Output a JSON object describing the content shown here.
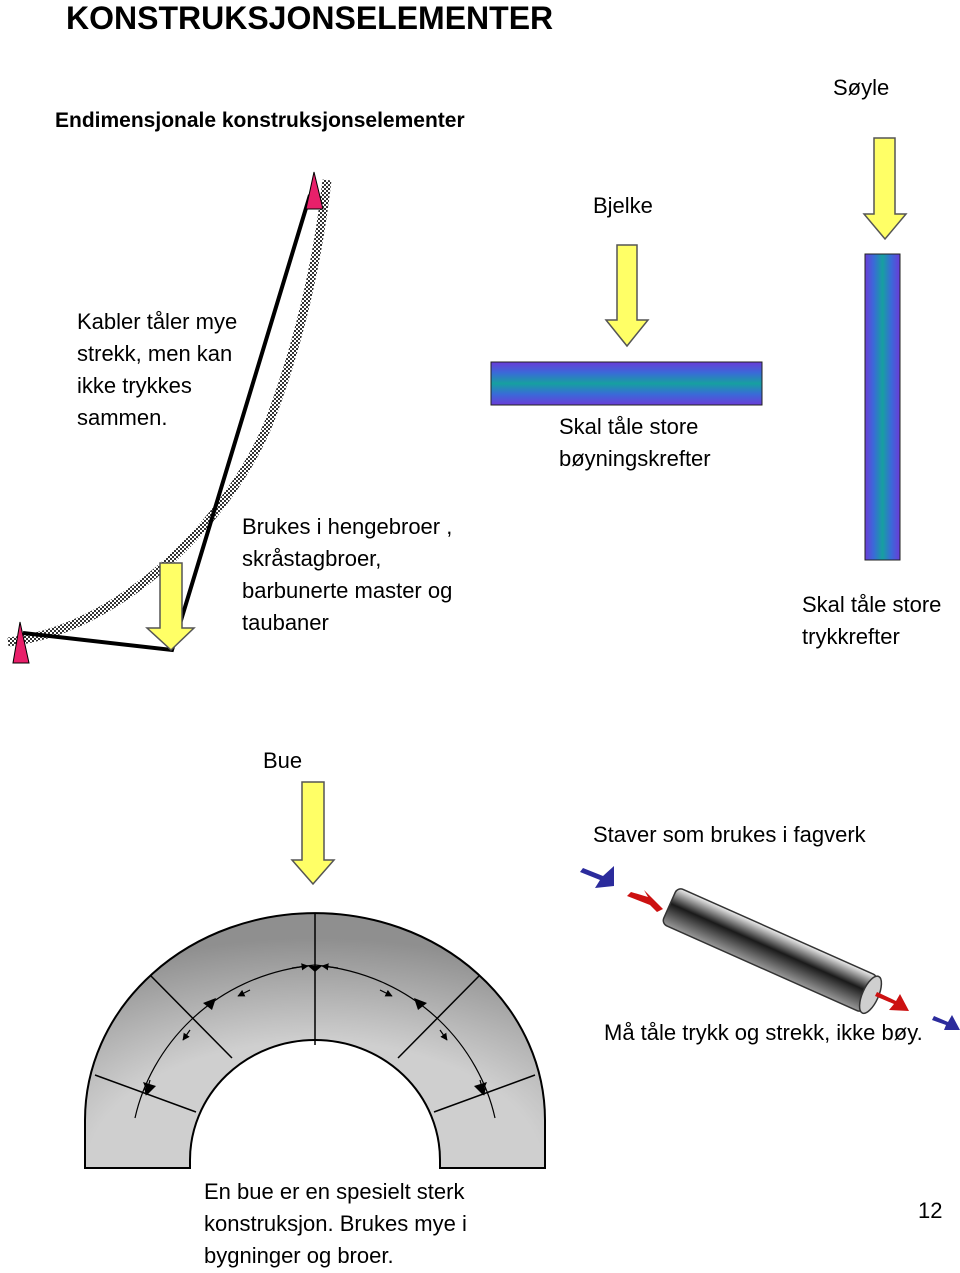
{
  "title": "KONSTRUKSJONSELEMENTER",
  "subtitle": "Endimensjonale  konstruksjonselementer",
  "soyle": {
    "label": "Søyle",
    "desc": [
      "Skal tåle store",
      "trykkrefter"
    ]
  },
  "bjelke": {
    "label": "Bjelke",
    "desc": [
      "Skal tåle store",
      "bøyningskrefter"
    ]
  },
  "kabel": {
    "desc": [
      "Kabler tåler mye",
      "strekk, men kan",
      "ikke trykkes",
      "sammen."
    ],
    "usage": [
      "Brukes i hengebroer ,",
      "skråstagbroer,",
      "barbunerte master  og",
      "taubaner"
    ]
  },
  "bue": {
    "label": "Bue",
    "desc": [
      "En bue er en spesielt sterk",
      "konstruksjon. Brukes mye i",
      "bygninger og broer."
    ]
  },
  "staver": {
    "label": "Staver som brukes i fagverk",
    "desc": "Må tåle trykk og strekk, ikke bøy."
  },
  "page_number": "12",
  "colors": {
    "arrow_fill": "#ffff66",
    "cable_anchor": "#e8206a",
    "arrow_blue": "#2b2b9c",
    "arrow_red": "#cc1111",
    "arch_gray": "#a8a8a8"
  }
}
